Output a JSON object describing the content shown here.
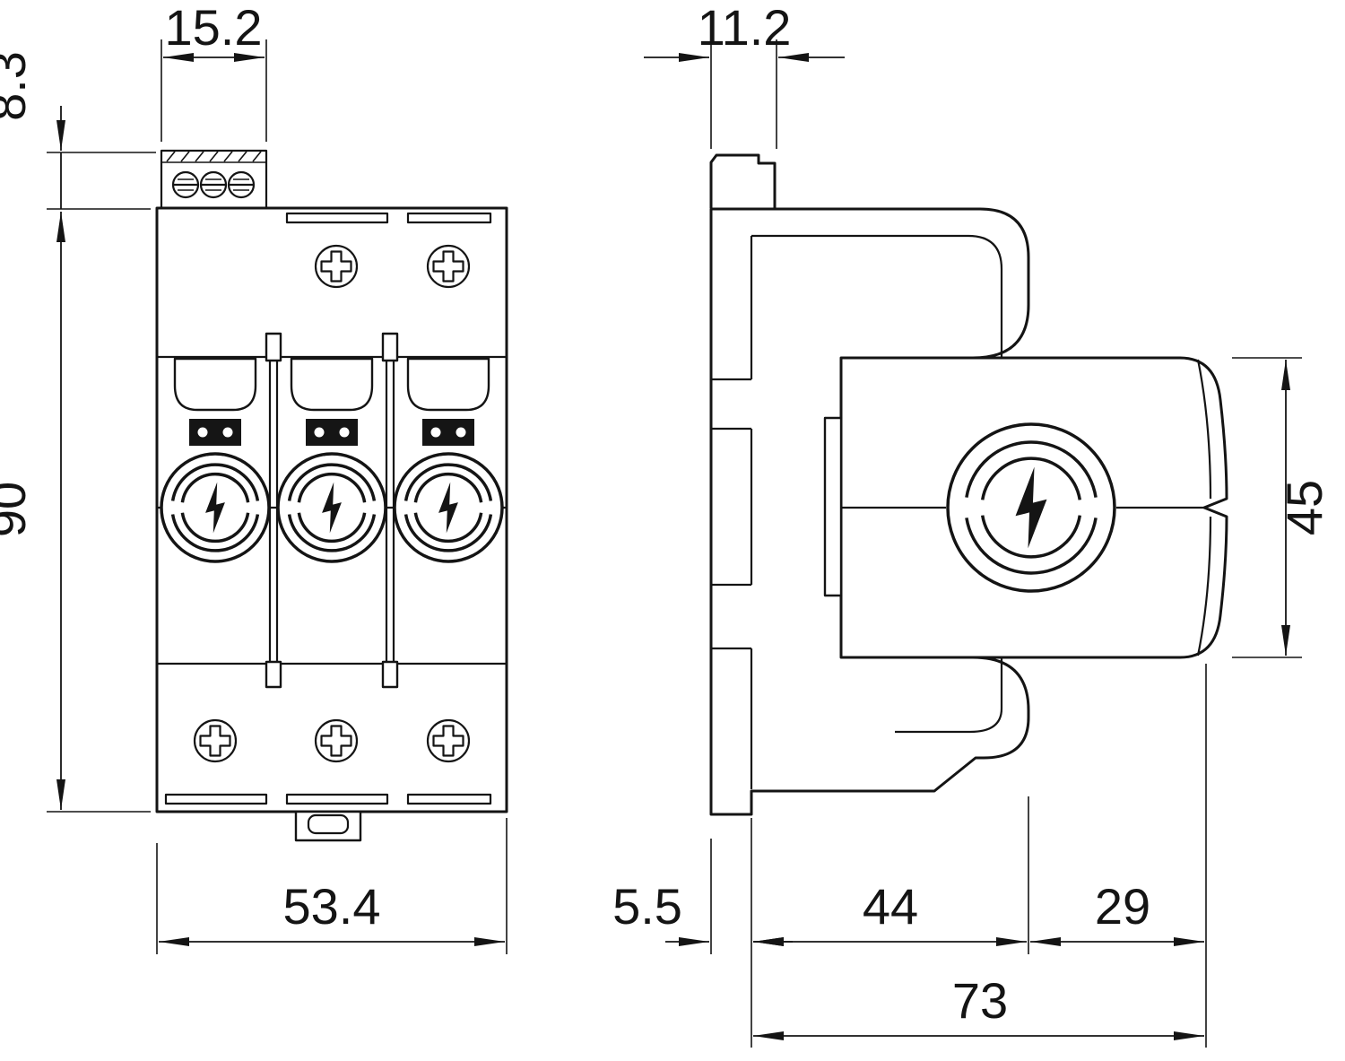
{
  "dimensions": {
    "terminal_width": "15.2",
    "terminal_height": "8.3",
    "body_height": "90",
    "body_width": "53.4",
    "rail_depth": "11.2",
    "module_height": "45",
    "rail_offset": "5.5",
    "housing_depth": "44",
    "module_depth": "29",
    "total_depth": "73"
  },
  "icons": {
    "logo": "lightning-bolt",
    "body_screws": "phillips-screw",
    "terminal_screws": "slotted-screw"
  }
}
